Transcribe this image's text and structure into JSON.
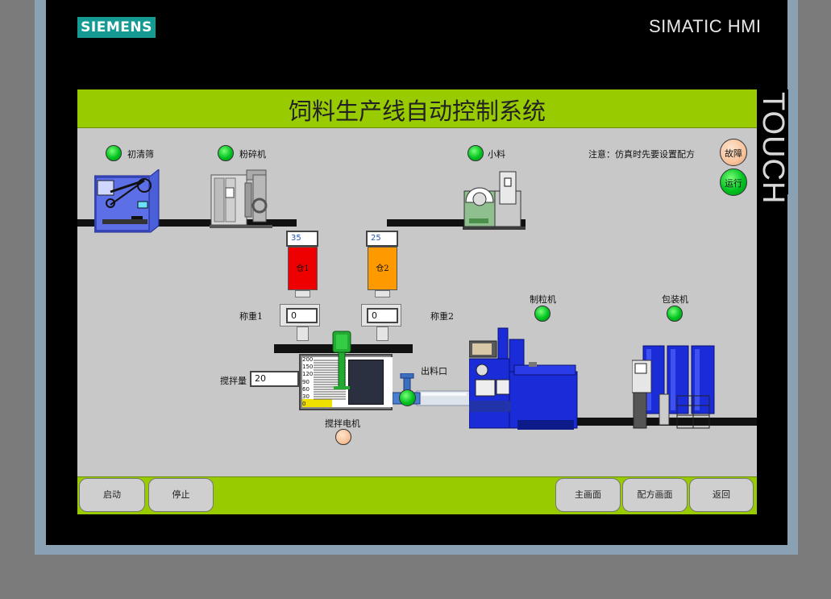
{
  "device": {
    "brand": "SIEMENS",
    "model": "SIMATIC HMI",
    "touch_label": "TOUCH"
  },
  "screen": {
    "title": "饲料生产线自动控制系统",
    "notice": "注意：仿真时先要设置配方",
    "machines": {
      "cleaner_label": "初清筛",
      "crusher_label": "粉碎机",
      "minor_label": "小料",
      "pellet_label": "制粒机",
      "packer_label": "包装机",
      "outlet_label": "出料口",
      "mixer_motor_label": "搅拌电机"
    },
    "status": {
      "fault_label": "故障",
      "run_label": "运行"
    },
    "bins": [
      {
        "label": "仓1",
        "value": "35",
        "color": "#ee0000"
      },
      {
        "label": "仓2",
        "value": "25",
        "color": "#ff9900"
      }
    ],
    "scales": [
      {
        "label": "称重1",
        "value": "0"
      },
      {
        "label": "称重2",
        "value": "0"
      }
    ],
    "mixer": {
      "label": "搅拌量",
      "value": "20",
      "gauge_ticks": [
        "200",
        "150",
        "120",
        "90",
        "60",
        "30",
        "0"
      ]
    },
    "colors": {
      "accent_bar": "#99cc00",
      "lamp_on": "#00c21f",
      "lamp_off": "#f8c39c",
      "machine_blue": "#1a2cd8"
    }
  },
  "buttons": {
    "start": "启动",
    "stop": "停止",
    "main": "主画面",
    "recipe": "配方画面",
    "back": "返回"
  }
}
